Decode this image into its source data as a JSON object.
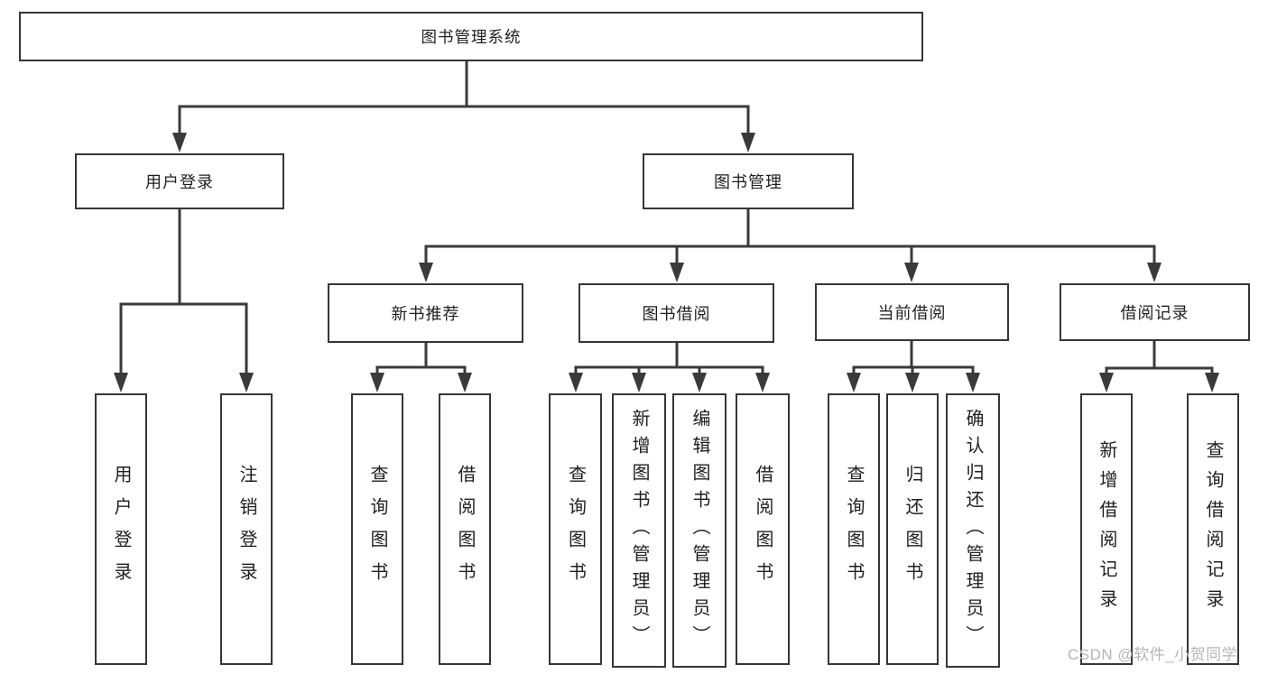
{
  "diagram": {
    "root": {
      "label": "图书管理系统"
    },
    "level2": [
      {
        "label": "用户登录"
      },
      {
        "label": "图书管理"
      }
    ],
    "level3": [
      {
        "label": "新书推荐"
      },
      {
        "label": "图书借阅"
      },
      {
        "label": "当前借阅"
      },
      {
        "label": "借阅记录"
      }
    ],
    "leaves": {
      "user_login": [
        "用户登录",
        "注销登录"
      ],
      "new_book_rec": [
        "查询图书",
        "借阅图书"
      ],
      "book_borrow": [
        "查询图书",
        "新增图书（管理员）",
        "编辑图书（管理员）",
        "借阅图书"
      ],
      "current_borrow": [
        "查询图书",
        "归还图书",
        "确认归还（管理员）"
      ],
      "borrow_records": [
        "新增借阅记录",
        "查询借阅记录"
      ]
    }
  },
  "watermark": "CSDN @软件_小贺同学",
  "colors": {
    "line": "#3a3a3a",
    "box_border": "#363636",
    "text": "#1f1f1f",
    "watermark": "#b5b5b5",
    "background": "#ffffff"
  }
}
